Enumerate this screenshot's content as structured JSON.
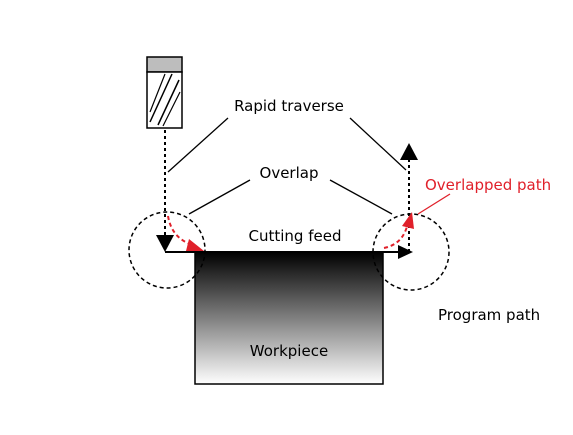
{
  "labels": {
    "rapid_traverse": "Rapid traverse",
    "overlap": "Overlap",
    "overlapped_path": "Overlapped path",
    "cutting_feed": "Cutting feed",
    "program_path": "Program path",
    "workpiece": "Workpiece"
  },
  "colors": {
    "line": "#000000",
    "accent": "#e0202a",
    "workpiece_top": "#000000",
    "workpiece_bottom": "#ffffff"
  },
  "icons": {
    "tool": "end-mill-tool-icon"
  }
}
